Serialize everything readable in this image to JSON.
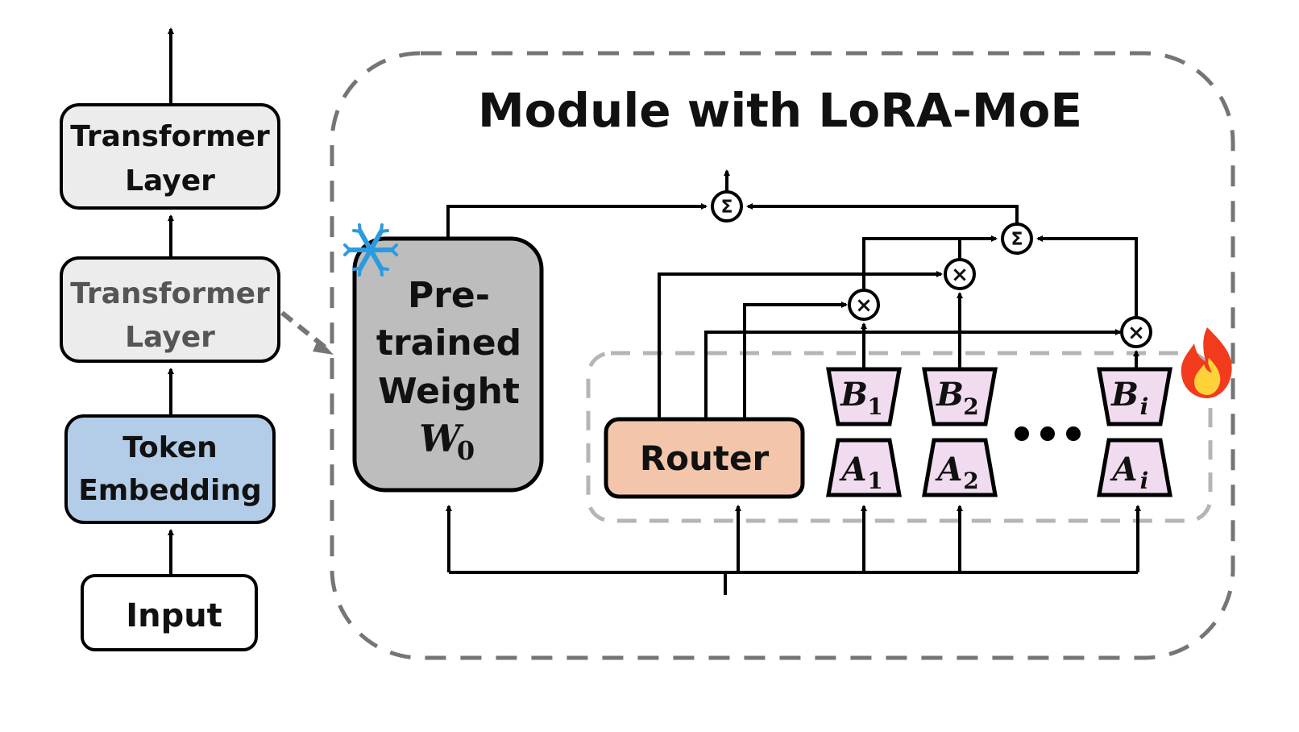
{
  "title": "Module with LoRA-MoE",
  "left_stack": {
    "transformer_layer_top": [
      "Transformer",
      "Layer"
    ],
    "transformer_layer_mid": [
      "Transformer",
      "Layer"
    ],
    "token_embedding": [
      "Token",
      "Embedding"
    ],
    "input": "Input"
  },
  "pretrained": {
    "lines": [
      "Pre-",
      "trained",
      "Weight"
    ],
    "symbol": "W",
    "subscript": "0"
  },
  "router": "Router",
  "experts": [
    {
      "b": "B",
      "b_sub": "1",
      "a": "A",
      "a_sub": "1"
    },
    {
      "b": "B",
      "b_sub": "2",
      "a": "A",
      "a_sub": "2"
    },
    {
      "b": "B",
      "b_sub": "i",
      "a": "A",
      "a_sub": "i"
    }
  ],
  "ops": {
    "sum": "Σ",
    "mult": "×"
  },
  "colors": {
    "token_embedding_fill": "#b3cde8",
    "transformer_fill": "#ececec",
    "pretrained_fill": "#bdbdbd",
    "router_fill": "#f3c6ab",
    "expert_fill": "#f1dcef",
    "dashed": "#757575",
    "inner_dashed": "#b5b5b5",
    "snowflake": "#2b9be0",
    "fire": "#f23a1c"
  },
  "icons": {
    "frozen": "snowflake-icon",
    "trainable": "fire-icon",
    "more": "ellipsis-icon"
  }
}
